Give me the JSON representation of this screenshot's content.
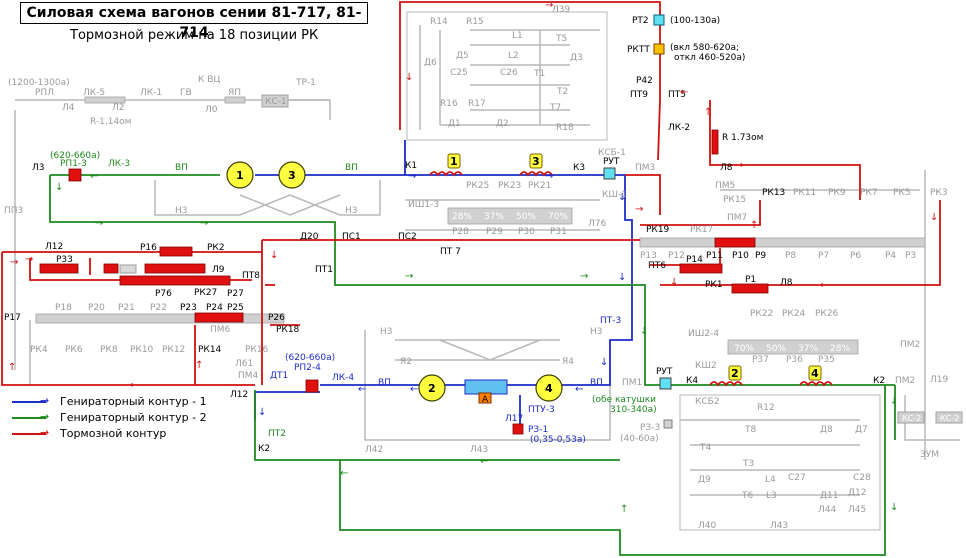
{
  "header": {
    "title": "Силовая схема вагонов сении 81-717, 81-714",
    "subtitle": "Тормозной режим на 18 позиции РК"
  },
  "legend": [
    {
      "label": "Генираторный контур - 1",
      "color": "#1c2cc8"
    },
    {
      "label": "Генираторный контур - 2",
      "color": "#1f8a1f"
    },
    {
      "label": "Тормозной контур",
      "color": "#d01010"
    }
  ],
  "colors": {
    "circuit1": "#1c2cc8",
    "circuit2": "#1f8a1f",
    "brake": "#d01010",
    "inactive": "#b8b8b8",
    "resistor": "#e01010",
    "motor": "#ffff40"
  },
  "motors": {
    "m1": "1",
    "m2": "2",
    "m3": "3",
    "m4": "4"
  },
  "labels": {
    "rp1_3_range": "(620-660а)",
    "rp1_3": "РП1-3",
    "lk3": "ЛК-3",
    "l3": "Л3",
    "vp": "ВП",
    "k1": "К1",
    "k3": "К3",
    "rut": "РУТ",
    "pm3": "ПМ3",
    "rp2_4_range": "(620-660а)",
    "rp2_4": "РП2-4",
    "lk4": "ЛК-4",
    "dt1": "ДТ1",
    "l12": "Л12",
    "pt2": "ПТ2",
    "k2": "К2",
    "pt3": "ПТ-3",
    "pm1": "ПМ1",
    "k4": "К4",
    "k2_right": "К2",
    "pm2": "ПМ2",
    "rut2_note1": "(обе катушки",
    "rut2_note2": "310-340а)",
    "pt2_top": "РТ2",
    "pt2_range": "(100-130а)",
    "rktt": "РКТТ",
    "rktt_range1": "(вкл 580-620а;",
    "rktt_range2": "откл 460-520а)",
    "p42": "Р42",
    "pt9": "ПТ9",
    "pt5": "ПТ5",
    "lk2": "ЛК-2",
    "r_val": "R 1.73ом",
    "l8": "Л8",
    "rk19": "РК19",
    "rk13": "РК13",
    "pm5": "ПМ5",
    "rk15": "РК15",
    "pm7": "ПМ7",
    "rk11": "РК11",
    "rk9": "РК9",
    "rk7": "РК7",
    "rk5": "РК5",
    "rk3": "РК3",
    "p13": "Р13",
    "pt6": "ПТ6",
    "p11": "Р11",
    "p10": "Р10",
    "p9": "Р9",
    "p14": "Р14",
    "p8": "Р8",
    "p7": "Р7",
    "p6": "Р6",
    "p4": "Р4",
    "p3": "Р3",
    "rk1": "РК1",
    "p1": "Р1",
    "l8b": "Л8",
    "rk17": "РК17",
    "p12": "Р12",
    "d20": "Д20",
    "ps1": "ПС1",
    "ps2": "ПС2",
    "pt7": "ПТ 7",
    "pt1": "ПТ1",
    "l12b": "Л12",
    "p33": "Р33",
    "p16": "Р16",
    "rk2": "РК2",
    "l9": "Л9",
    "p76": "Р76",
    "rk27": "РК27",
    "p27": "Р27",
    "pt8": "ПТ8",
    "p23": "Р23",
    "p24": "Р24",
    "p25": "Р25",
    "p26": "Р26",
    "rk18": "РК18",
    "p17": "Р17",
    "p18": "Р18",
    "p20": "Р20",
    "p21": "Р21",
    "p22": "Р22",
    "rk4": "РК4",
    "rk6": "РК6",
    "rk8": "РК8",
    "rk10": "РК10",
    "rk12": "РК12",
    "rk14": "РК14",
    "pm6": "ПМ6",
    "rk16": "РК16",
    "l61": "Л61",
    "pm4": "ПМ4",
    "rpl_range": "(1200-1300а)",
    "rpl": "РПЛ",
    "l4": "Л4",
    "lk5": "ЛК-5",
    "l2": "Л2",
    "r_114": "R-1.14ом",
    "lk1": "ЛК-1",
    "gv": "ГВ",
    "kvc": "К ВЦ",
    "l0": "Л0",
    "yap": "ЯП",
    "ks1": "КС-1",
    "tr1": "ТР-1",
    "pp3": "ПП3",
    "r14": "R14",
    "r15": "R15",
    "l39": "Л39",
    "d6": "Д6",
    "d5": "Д5",
    "l1": "L1",
    "t5": "Т5",
    "c25": "С25",
    "l2c": "L2",
    "c26": "С26",
    "d3": "Д3",
    "t1": "Т1",
    "t2": "Т2",
    "r16": "R16",
    "r17": "R17",
    "d1": "Д1",
    "d2": "Д2",
    "t7": "Т7",
    "r18": "R18",
    "ksb1": "КСБ-1",
    "ksh1": "КШ-1",
    "l76": "Л76",
    "ish1_3": "ИШ1-3",
    "rk25": "РК25",
    "rk23": "РК23",
    "rk21": "РК21",
    "pct28": "28%",
    "pct37": "37%",
    "pct50": "50%",
    "pct70": "70%",
    "p28": "Р28",
    "p29": "Р29",
    "p30": "Р30",
    "p31": "Р31",
    "n3": "Н3",
    "ya2": "Я2",
    "ya4": "Я4",
    "ptu3": "ПТУ-3",
    "l17": "Л17",
    "pz1": "РЗ-1",
    "pz1_range": "(0,35-0,53а)",
    "l42": "Л42",
    "l43": "Л43",
    "amp": "А",
    "ish2_4": "ИШ2-4",
    "rk22": "РК22",
    "rk24": "РК24",
    "rk26": "РК26",
    "p37": "Р37",
    "p36": "Р36",
    "p35": "Р35",
    "ksh2": "КШ2",
    "ksb2": "КСБ2",
    "r12": "R12",
    "pz3": "РЗ-3",
    "pz3_range": "(40-60а)",
    "t8": "Т8",
    "d8": "Д8",
    "d7": "Д7",
    "t4": "Т4",
    "t3": "Т3",
    "d9": "Д9",
    "l4c": "L4",
    "c27": "С27",
    "c28": "С28",
    "t6": "Т6",
    "l3c": "L3",
    "d11": "Д11",
    "d12": "Д12",
    "l44": "Л44",
    "l45": "Л45",
    "l40": "Л40",
    "l43b": "Л43",
    "l19": "Л19",
    "zum": "ЗУМ",
    "ks2": "КС-2"
  }
}
